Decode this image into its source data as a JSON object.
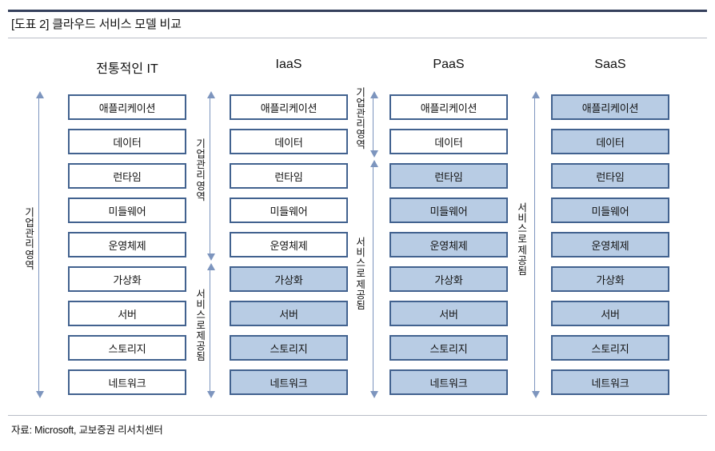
{
  "figure": {
    "title": "[도표 2] 클라우드 서비스 모델 비교",
    "source": "자료: Microsoft, 교보증권 리서치센터",
    "accent_rule_color": "#35405c",
    "box_border_color": "#42628f",
    "box_fill_color": "#b8cce4",
    "box_empty_color": "#ffffff",
    "arrow_color": "#7d95be"
  },
  "layers": [
    "애플리케이션",
    "데이터",
    "런타임",
    "미들웨어",
    "운영체제",
    "가상화",
    "서버",
    "스토리지",
    "네트워크"
  ],
  "captions": {
    "managed": "기업 관리 영역",
    "provided": "서비스로 제공됨"
  },
  "columns": [
    {
      "id": "traditional-it",
      "heading": "전통적인 IT",
      "managed_layers": [
        "애플리케이션",
        "데이터",
        "런타임",
        "미들웨어",
        "운영체제",
        "가상화",
        "서버",
        "스토리지",
        "네트워크"
      ],
      "provided_layers": [],
      "filled": [
        false,
        false,
        false,
        false,
        false,
        false,
        false,
        false,
        false
      ]
    },
    {
      "id": "iaas",
      "heading": "IaaS",
      "managed_layers": [
        "애플리케이션",
        "데이터",
        "런타임",
        "미들웨어",
        "운영체제"
      ],
      "provided_layers": [
        "가상화",
        "서버",
        "스토리지",
        "네트워크"
      ],
      "filled": [
        false,
        false,
        false,
        false,
        false,
        true,
        true,
        true,
        true
      ]
    },
    {
      "id": "paas",
      "heading": "PaaS",
      "managed_layers": [
        "애플리케이션",
        "데이터"
      ],
      "provided_layers": [
        "런타임",
        "미들웨어",
        "운영체제",
        "가상화",
        "서버",
        "스토리지",
        "네트워크"
      ],
      "filled": [
        false,
        false,
        true,
        true,
        true,
        true,
        true,
        true,
        true
      ]
    },
    {
      "id": "saas",
      "heading": "SaaS",
      "managed_layers": [],
      "provided_layers": [
        "애플리케이션",
        "데이터",
        "런타임",
        "미들웨어",
        "운영체제",
        "가상화",
        "서버",
        "스토리지",
        "네트워크"
      ],
      "filled": [
        true,
        true,
        true,
        true,
        true,
        true,
        true,
        true,
        true
      ]
    }
  ]
}
